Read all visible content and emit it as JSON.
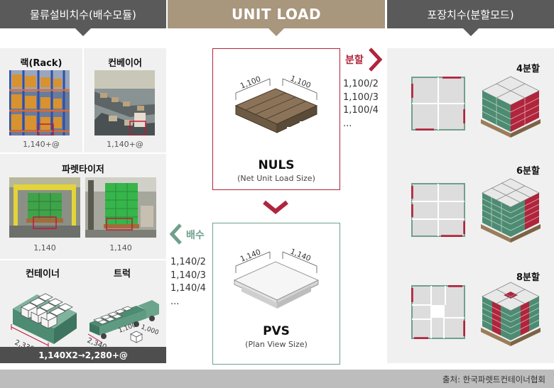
{
  "header": {
    "left": "물류설비치수(배수모듈)",
    "center": "UNIT LOAD",
    "right": "포장치수(분할모드)"
  },
  "equipment": {
    "rack": {
      "title": "랙(Rack)",
      "caption": "1,140+@"
    },
    "conveyor": {
      "title": "컨베이어",
      "caption": "1,140+@"
    },
    "palletizer": {
      "title": "파렛타이저",
      "caption_left": "1,140",
      "caption_right": "1,140"
    },
    "container": {
      "title": "컨테이너",
      "dim": "2,330"
    },
    "truck": {
      "title": "트럭",
      "dim_length": "2,340",
      "dim_a": "1,100",
      "dim_b": "1,000"
    },
    "footer": "1,140X2→2,280+@"
  },
  "nuls": {
    "title": "NULS",
    "subtitle": "(Net Unit Load Size)",
    "dim_left": "1,100",
    "dim_right": "1,100"
  },
  "pvs": {
    "title": "PVS",
    "subtitle": "(Plan View Size)",
    "dim_left": "1,140",
    "dim_right": "1,140"
  },
  "division": {
    "label": "분할",
    "sizes": [
      "1,100/2",
      "1,100/3",
      "1,100/4",
      "..."
    ]
  },
  "multiple": {
    "label": "배수",
    "sizes": [
      "1,140/2",
      "1,140/3",
      "1,140/4",
      "..."
    ]
  },
  "modes": [
    {
      "label": "4분할"
    },
    {
      "label": "6분할"
    },
    {
      "label": "8분할"
    }
  ],
  "source": "출처: 한국파렛트컨테이너협회",
  "colors": {
    "header_dark": "#5a5a5a",
    "header_accent": "#a8967d",
    "crimson": "#b0253c",
    "teal": "#6fa08c",
    "panel": "#f0f0f0"
  }
}
